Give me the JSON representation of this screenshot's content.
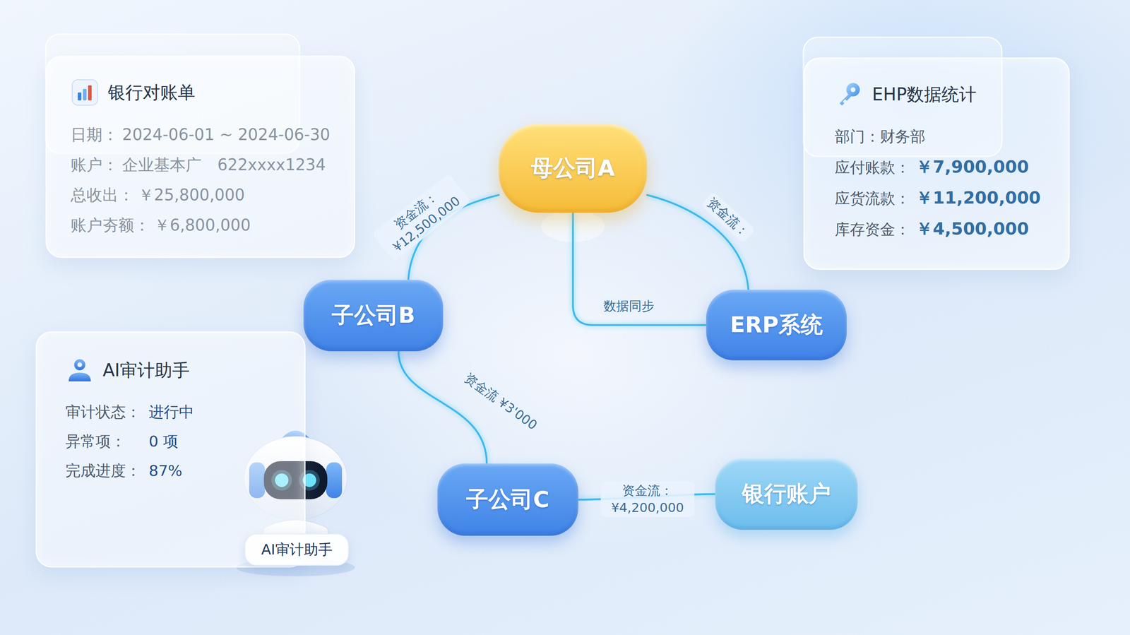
{
  "diagram": {
    "nodes": [
      {
        "text": [
          "银行对账单",
          "日期：",
          "2024-06-01 ~ 2024-06-30",
          "账户：",
          "企业基本广　622xxxx1234",
          "总收出：",
          "￥25,800,000",
          "账户夯额：",
          "￥6,800,000"
        ]
      },
      {
        "text": [
          "EHP数据统计",
          "部门：财务部",
          "应付账款：",
          "￥7,900,000",
          "应货流款：",
          "￥11,200,000",
          "库存资金：",
          "￥4,500,000"
        ]
      },
      {
        "text": [
          "母公司A"
        ]
      },
      {
        "text": [
          "子公司B"
        ]
      },
      {
        "text": [
          "ERP系统"
        ]
      },
      {
        "text": [
          "AI审计助手",
          "审计状态：",
          "进行中",
          "异常项：",
          "0 项",
          "完成进度：",
          "87%"
        ]
      },
      {
        "text": [
          "AI审计助手"
        ],
        "in": 5
      },
      {
        "text": [
          "子公司C"
        ]
      },
      {
        "text": [
          "银行账户"
        ]
      }
    ],
    "edges": [
      {
        "from": 2,
        "to": 3,
        "arrow": "none",
        "label": "资金流： ¥12,500,000"
      },
      {
        "from": 2,
        "to": 4,
        "arrow": "none",
        "label": "资金流："
      },
      {
        "from": 2,
        "to": 4,
        "arrow": "none",
        "label": "数据同步"
      },
      {
        "from": 3,
        "to": 7,
        "arrow": "none",
        "label": "资金流 ¥3'000"
      },
      {
        "from": 7,
        "to": 8,
        "arrow": "none",
        "label": "资金流： ¥4,200,000"
      }
    ]
  }
}
